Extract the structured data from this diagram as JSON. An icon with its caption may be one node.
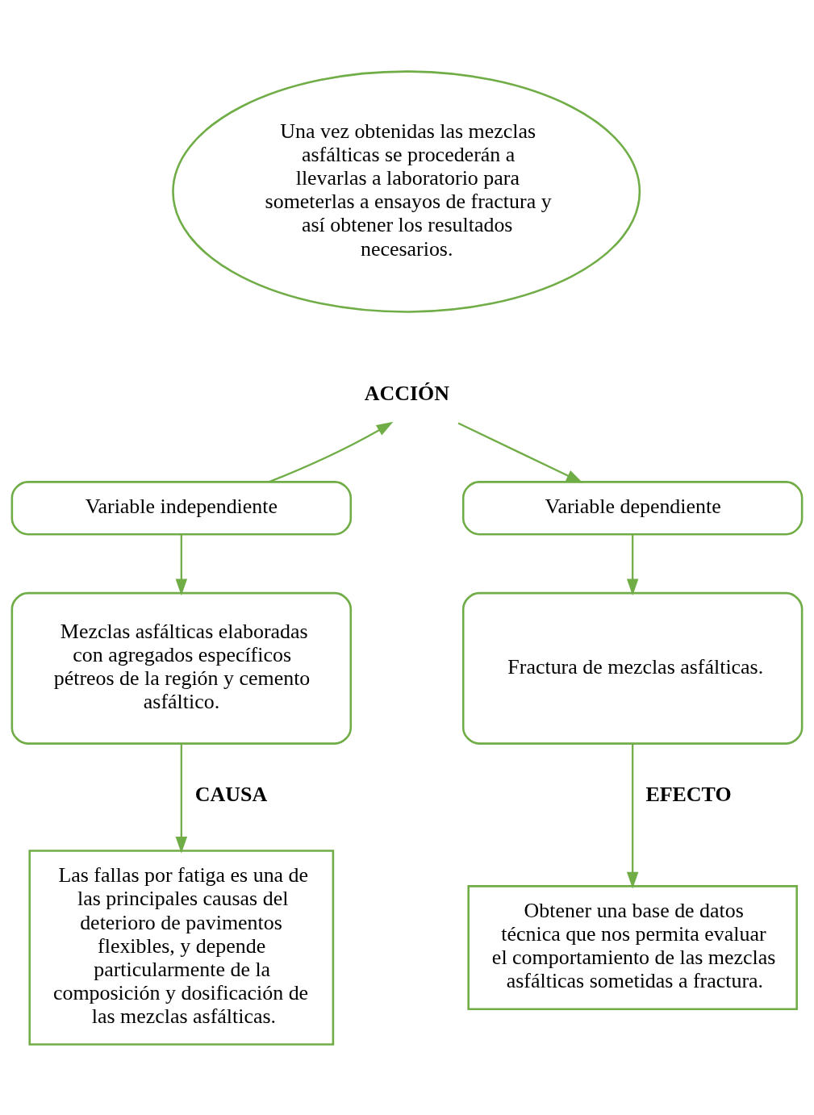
{
  "diagram": {
    "nodes": [
      {
        "text": [
          "Una vez obtenidas las mezclas asfálticas se procederán a llevarlas a laboratorio para someterlas a ensayos de fractura y así obtener los resultados necesarios."
        ]
      },
      {
        "text": [
          "ACCIÓN"
        ]
      },
      {
        "text": [
          "Variable independiente"
        ]
      },
      {
        "text": [
          "Variable dependiente"
        ]
      },
      {
        "text": [
          "Mezclas asfálticas elaboradas con agregados específicos pétreos de la región y cemento asfáltico."
        ]
      },
      {
        "text": [
          "Fractura de mezclas asfálticas."
        ]
      },
      {
        "text": [
          "Las fallas por fatiga es una de las principales causas del deterioro de pavimentos flexibles, y depende particularmente de la composición y dosificación de las mezclas asfálticas."
        ]
      },
      {
        "text": [
          "Obtener una base de datos técnica que nos permita evaluar el comportamiento de las mezclas asfálticas sometidas a fractura."
        ]
      }
    ],
    "edges": [
      {
        "from": 2,
        "to": 1,
        "arrow": "to"
      },
      {
        "from": 1,
        "to": 3,
        "arrow": "to"
      },
      {
        "from": 2,
        "to": 4,
        "arrow": "to"
      },
      {
        "from": 3,
        "to": 5,
        "arrow": "to"
      },
      {
        "from": 4,
        "to": 6,
        "arrow": "to",
        "label": "CAUSA"
      },
      {
        "from": 5,
        "to": 7,
        "arrow": "to",
        "label": "EFECTO"
      }
    ]
  }
}
